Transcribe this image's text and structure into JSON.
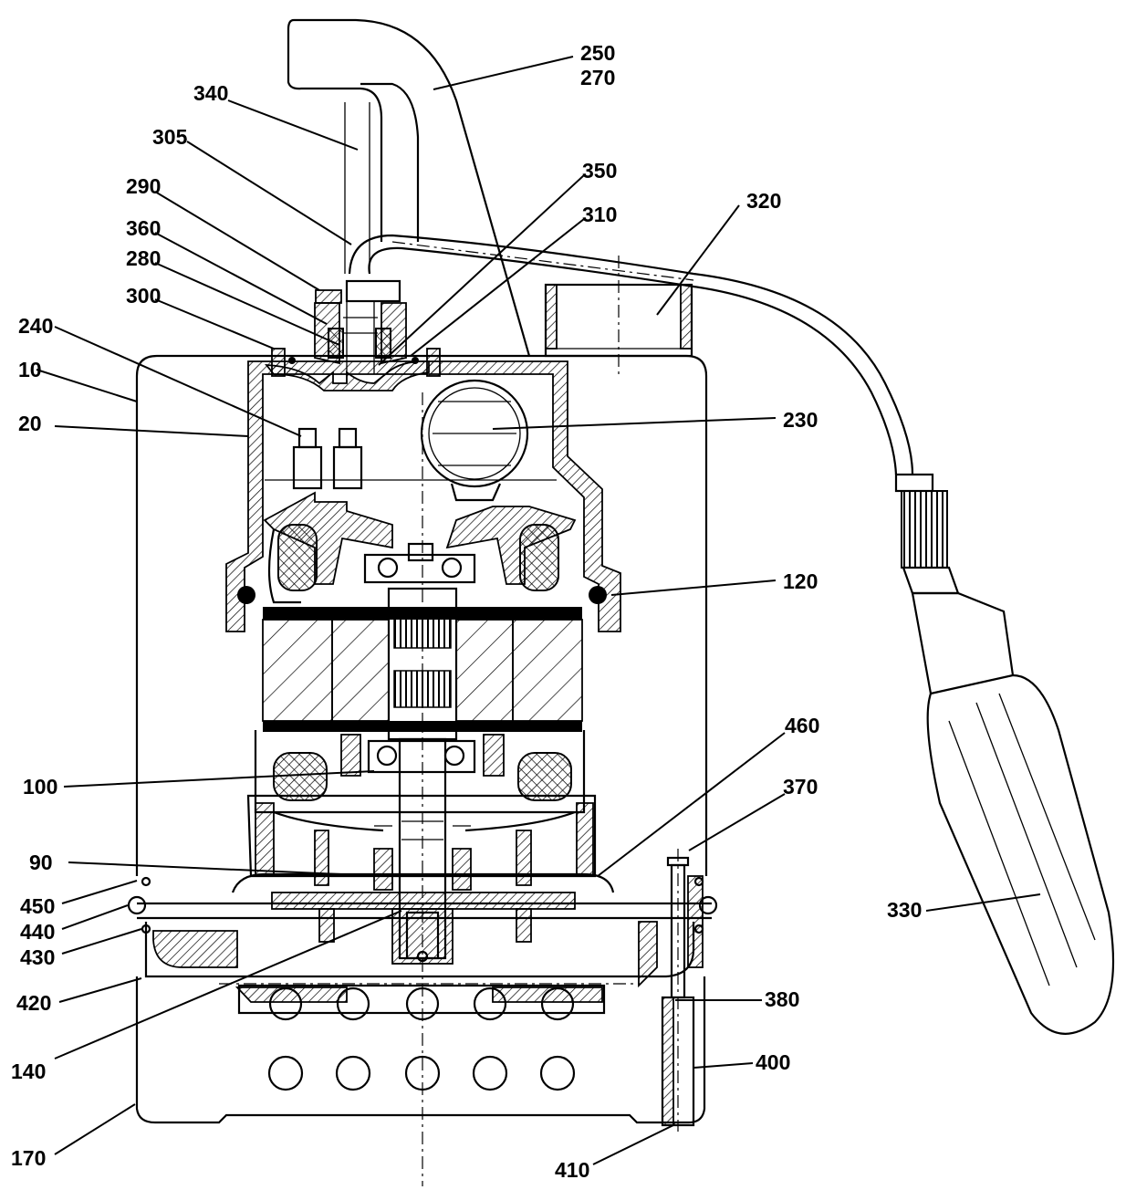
{
  "labels": {
    "l250": "250",
    "l270": "270",
    "l340": "340",
    "l305": "305",
    "l350": "350",
    "l290": "290",
    "l310": "310",
    "l320": "320",
    "l360": "360",
    "l280": "280",
    "l300": "300",
    "l240": "240",
    "l10": "10",
    "l20": "20",
    "l230": "230",
    "l120": "120",
    "l460": "460",
    "l100": "100",
    "l370": "370",
    "l90": "90",
    "l450": "450",
    "l440": "440",
    "l330": "330",
    "l430": "430",
    "l420": "420",
    "l380": "380",
    "l400": "400",
    "l140": "140",
    "l170": "170",
    "l410": "410"
  }
}
